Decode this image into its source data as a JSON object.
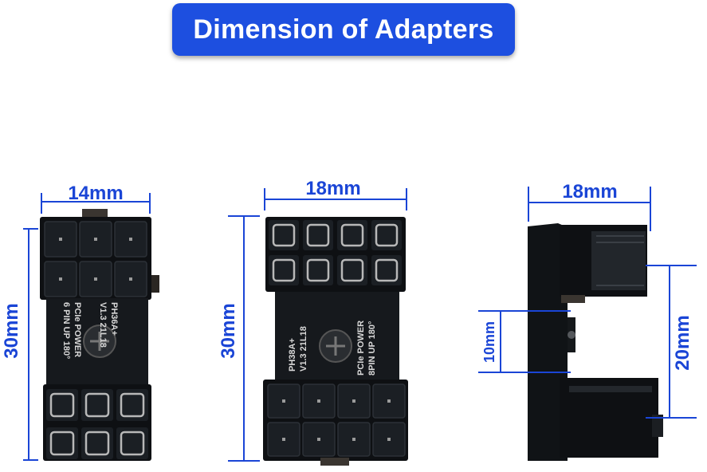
{
  "banner": {
    "title": "Dimension of Adapters"
  },
  "colors": {
    "banner": "#1d4fe0",
    "dimension": "#1a45d6",
    "connector": "#0e1013",
    "pin": "#b8b8b8"
  },
  "adapters": [
    {
      "name": "6-pin 180° adapter",
      "width_label": "14mm",
      "height_label": "30mm",
      "print_lines": [
        "PH36A+",
        "V1.3   21L18",
        "PCIe POWER",
        "6 PIN UP 180°"
      ]
    },
    {
      "name": "8-pin 180° adapter",
      "width_label": "18mm",
      "height_label": "30mm",
      "print_lines": [
        "PH38A+",
        "V1.3   21L18",
        "PCIe POWER",
        "8PIN UP 180°"
      ]
    },
    {
      "name": "side view adapter",
      "width_label": "18mm",
      "inner_label": "10mm",
      "outer_label": "20mm"
    }
  ]
}
